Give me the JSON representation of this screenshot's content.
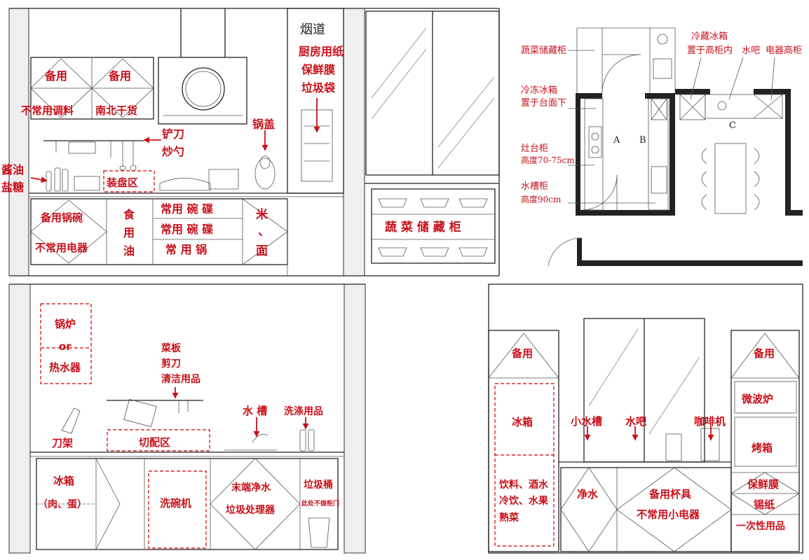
{
  "panel_tl": {
    "flue": "烟道",
    "spare1": "备用",
    "spare2": "备用",
    "seasoning": "不常用调料",
    "dry_goods": "南北干货",
    "spatula": "铲刀",
    "ladle": "炒勺",
    "pot_lid": "锅盖",
    "soy_sauce": "酱油",
    "salt_sugar": "盐糖",
    "plating": "装盘区",
    "paper": "厨房用纸",
    "wrap": "保鲜膜",
    "trash_bag": "垃圾袋",
    "spare_bowls": "备用锅碗",
    "rare_appliance": "不常用电器",
    "edible_1": "食",
    "edible_2": "用",
    "edible_3": "油",
    "bowls1": "常用 碗 碟",
    "bowls2": "常用 碗 碟",
    "pots": "常 用 锅",
    "rice": "米",
    "rice_sep": "、",
    "flour": "面",
    "veg_cabinet": "蔬 菜 储 藏 柜"
  },
  "panel_tr": {
    "veg_storage": "蔬菜储藏柜",
    "fridge1": "冷藏冰箱",
    "fridge2": "置于高柜内",
    "water_bar": "水吧",
    "appliance_tall": "电器高柜",
    "freezer1": "冷冻冰箱",
    "freezer2": "置于台面下",
    "stove1": "灶台柜",
    "stove2": "高度70-75cm",
    "sink1": "水槽柜",
    "sink2": "高度90cm",
    "label_a": "A",
    "label_b": "B",
    "label_c": "C"
  },
  "panel_bl": {
    "boiler": "锅炉",
    "or": "or",
    "heater": "热水器",
    "tools1": "菜板",
    "tools2": "剪刀",
    "tools3": "清洁用品",
    "knife_rack": "刀架",
    "cutting": "切配区",
    "sink": "水 槽",
    "detergent": "洗涤用品",
    "fridge": "冰箱",
    "meat_egg": "（肉、蛋）",
    "dishwasher": "洗碗机",
    "purifier": "末端净水",
    "disposer": "垃圾处理器",
    "trash": "垃圾桶",
    "trash_note": "此处不做柜门"
  },
  "panel_br": {
    "spare_l": "备用",
    "spare_r": "备用",
    "fridge": "冰箱",
    "small_sink": "小水槽",
    "water_bar": "水吧",
    "coffee": "咖啡机",
    "microwave": "微波炉",
    "oven": "烤箱",
    "drinks1": "饮料、酒水",
    "drinks2": "冷饮、水果",
    "cooked": "熟菜",
    "purified": "净水",
    "spare_cups": "备用杯具",
    "rare_appliance": "不常用小电器",
    "wrap": "保鲜膜",
    "foil": "锡纸",
    "disposable": "一次性用品"
  },
  "colors": {
    "label": "#c8101a",
    "line": "#222222"
  }
}
